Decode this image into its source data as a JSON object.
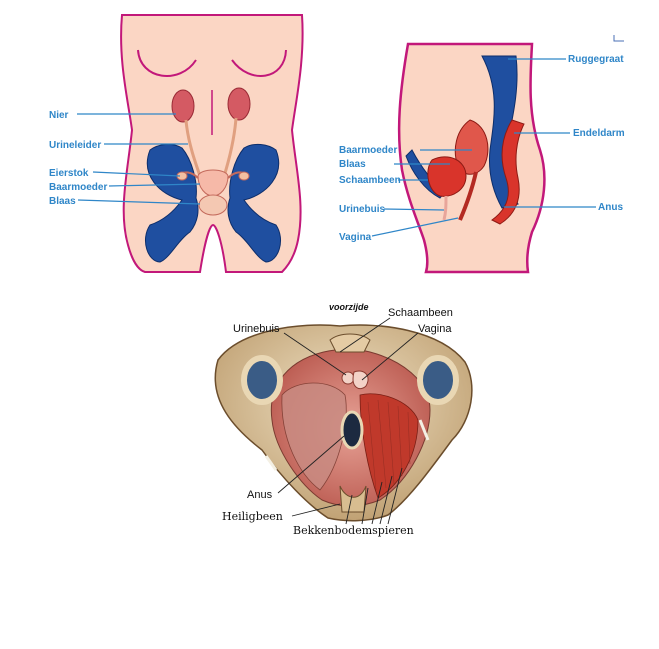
{
  "front_view": {
    "labels": {
      "nier": "Nier",
      "urineleider": "Urineleider",
      "eierstok": "Eierstok",
      "baarmoeder": "Baarmoeder",
      "blaas": "Blaas"
    }
  },
  "side_view": {
    "labels": {
      "ruggegraat": "Ruggegraat",
      "endeldarm": "Endeldarm",
      "baarmoeder": "Baarmoeder",
      "blaas": "Blaas",
      "schaambeen": "Schaambeen",
      "urinebuis": "Urinebuis",
      "anus": "Anus",
      "vagina": "Vagina"
    }
  },
  "pelvic_floor_view": {
    "labels": {
      "voorzijde": "voorzijde",
      "schaambeen": "Schaambeen",
      "urinebuis": "Urinebuis",
      "vagina": "Vagina",
      "anus": "Anus",
      "heiligbeen": "Heiligbeen",
      "bekkenbodemspieren": "Bekkenbodemspieren"
    }
  },
  "colors": {
    "skin": "#fbd6c4",
    "outline": "#c2187a",
    "bone": "#1f4fa0",
    "organ": "#d9342b",
    "label_blue": "#2f86c8"
  }
}
